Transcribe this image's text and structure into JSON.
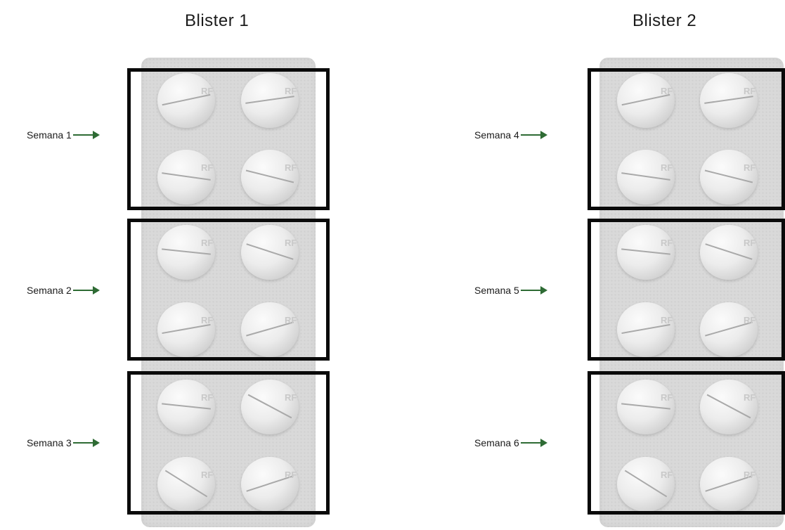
{
  "blisters": [
    {
      "title": "Blister 1",
      "weeks": [
        "Semana 1",
        "Semana 2",
        "Semana 3"
      ],
      "pill_mark": "RF"
    },
    {
      "title": "Blister 2",
      "weeks": [
        "Semana 4",
        "Semana 5",
        "Semana 6"
      ],
      "pill_mark": "RF"
    }
  ],
  "colors": {
    "arrow": "#2e6b34",
    "box_border": "#0a0a0a",
    "blister": "#d9d9d9"
  }
}
